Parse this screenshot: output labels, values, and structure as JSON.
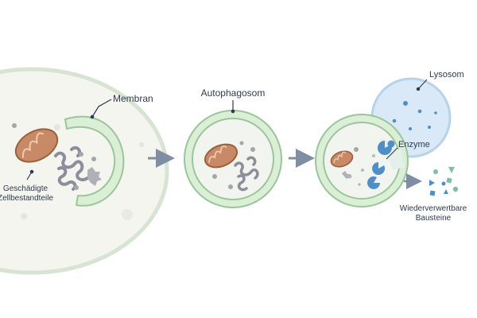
{
  "labels": {
    "membrane": "Membran",
    "damaged_line1": "Geschädigte",
    "damaged_line2": "Zellbestandteile",
    "autophagosome": "Autophagosom",
    "lysosome": "Lysosom",
    "enzyme": "Enzyme",
    "recyclable_line1": "Wiederverwertbare",
    "recyclable_line2": "Bausteine"
  },
  "colors": {
    "cell_fill": "#f4f5ee",
    "cell_stroke": "#d7e4d3",
    "membrane_fill": "#dbeed6",
    "membrane_stroke": "#9cc59b",
    "vesicle_inner": "#f2f5ef",
    "mito_fill": "#c88a66",
    "mito_stroke": "#9b5e3e",
    "protein": "#8e8d9c",
    "lysosome_fill": "#d9e9f7",
    "lysosome_stroke": "#b7d3ea",
    "enzyme": "#4f8ec6",
    "arrow": "#7f8ea3",
    "fragment_green": "#7fbfa6",
    "fragment_blue": "#4f8ec6",
    "text": "#2e3a4e"
  }
}
